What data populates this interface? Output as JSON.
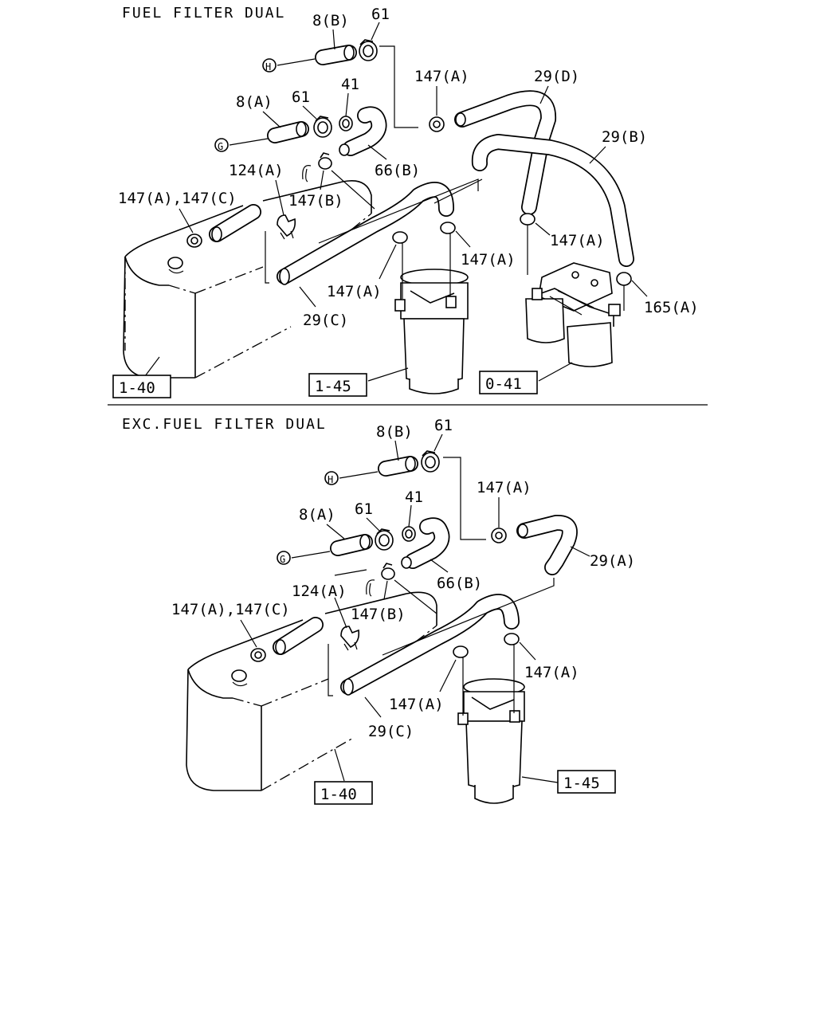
{
  "sections": [
    {
      "title": "FUEL FILTER DUAL",
      "labels": {
        "p8b": "8(B)",
        "p61a": "61",
        "h": "H",
        "p147a_top": "147(A)",
        "p29d": "29(D)",
        "p8a": "8(A)",
        "p61b": "61",
        "p41": "41",
        "g": "G",
        "p29b": "29(B)",
        "p124a": "124(A)",
        "p66b": "66(B)",
        "p147ac": "147(A),147(C)",
        "p147b": "147(B)",
        "p147a_r": "147(A)",
        "p147a_m": "147(A)",
        "p147a_l": "147(A)",
        "p165a": "165(A)",
        "p29c": "29(C)",
        "ref_tank": "1-40",
        "ref_filter": "1-45",
        "ref_dual": "0-41"
      }
    },
    {
      "title": "EXC.FUEL FILTER DUAL",
      "labels": {
        "p8b": "8(B)",
        "p61a": "61",
        "h": "H",
        "p147a_top": "147(A)",
        "p8a": "8(A)",
        "p61b": "61",
        "p41": "41",
        "g": "G",
        "p29a": "29(A)",
        "p66b": "66(B)",
        "p124a": "124(A)",
        "p147ac": "147(A),147(C)",
        "p147b": "147(B)",
        "p147a_r": "147(A)",
        "p147a_l": "147(A)",
        "p29c": "29(C)",
        "ref_tank": "1-40",
        "ref_filter": "1-45"
      }
    }
  ]
}
